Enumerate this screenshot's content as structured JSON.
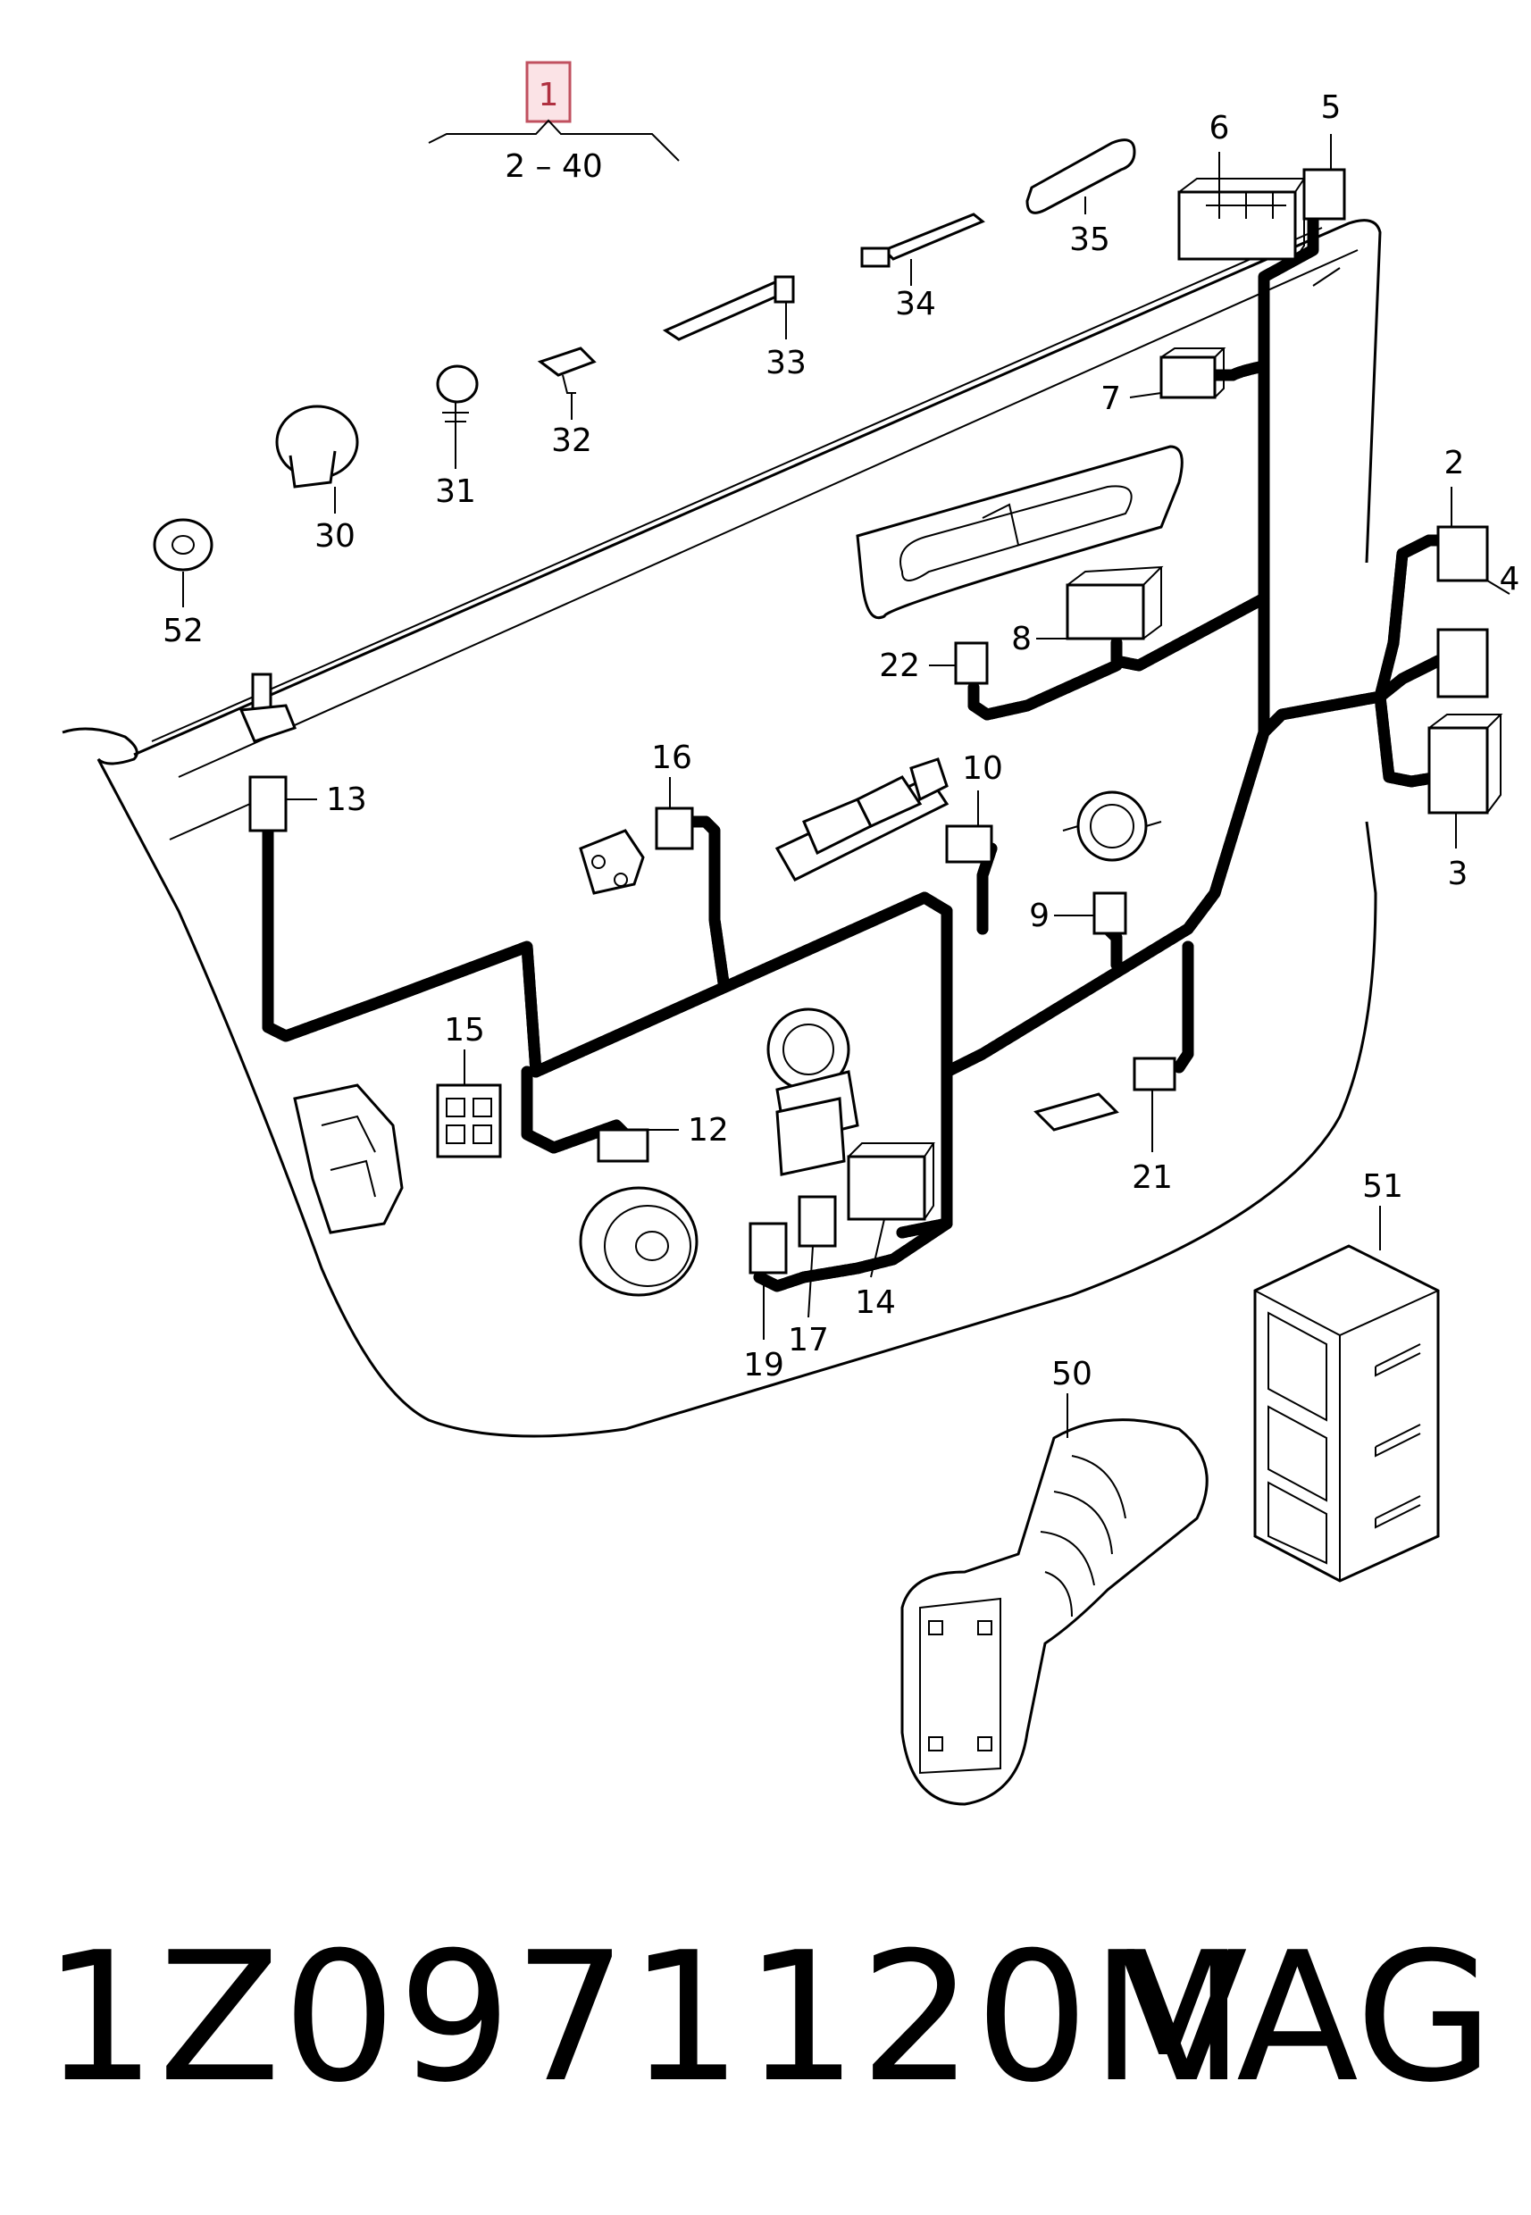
{
  "assembly": {
    "highlight_label": "1",
    "range_label": "2 – 40"
  },
  "callouts": {
    "c2": "2",
    "c3": "3",
    "c4": "4",
    "c5": "5",
    "c6": "6",
    "c7": "7",
    "c8": "8",
    "c9": "9",
    "c10": "10",
    "c12": "12",
    "c13": "13",
    "c14": "14",
    "c15": "15",
    "c16": "16",
    "c17": "17",
    "c19": "19",
    "c21": "21",
    "c22": "22",
    "c30": "30",
    "c31": "31",
    "c32": "32",
    "c33": "33",
    "c34": "34",
    "c35": "35",
    "c50": "50",
    "c51": "51",
    "c52": "52"
  },
  "footer": {
    "part_number": "1Z0971120M",
    "brand": "VAG"
  },
  "colors": {
    "highlight_fill": "#fbe3e6",
    "highlight_stroke": "#c0505f"
  }
}
